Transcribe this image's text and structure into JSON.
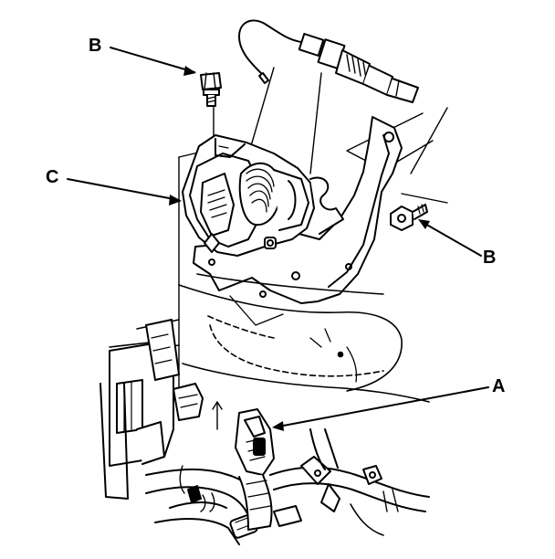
{
  "callouts": {
    "b_top": "B",
    "c": "C",
    "b_right": "B",
    "a": "A"
  },
  "colors": {
    "line": "#000000",
    "background": "#ffffff"
  }
}
